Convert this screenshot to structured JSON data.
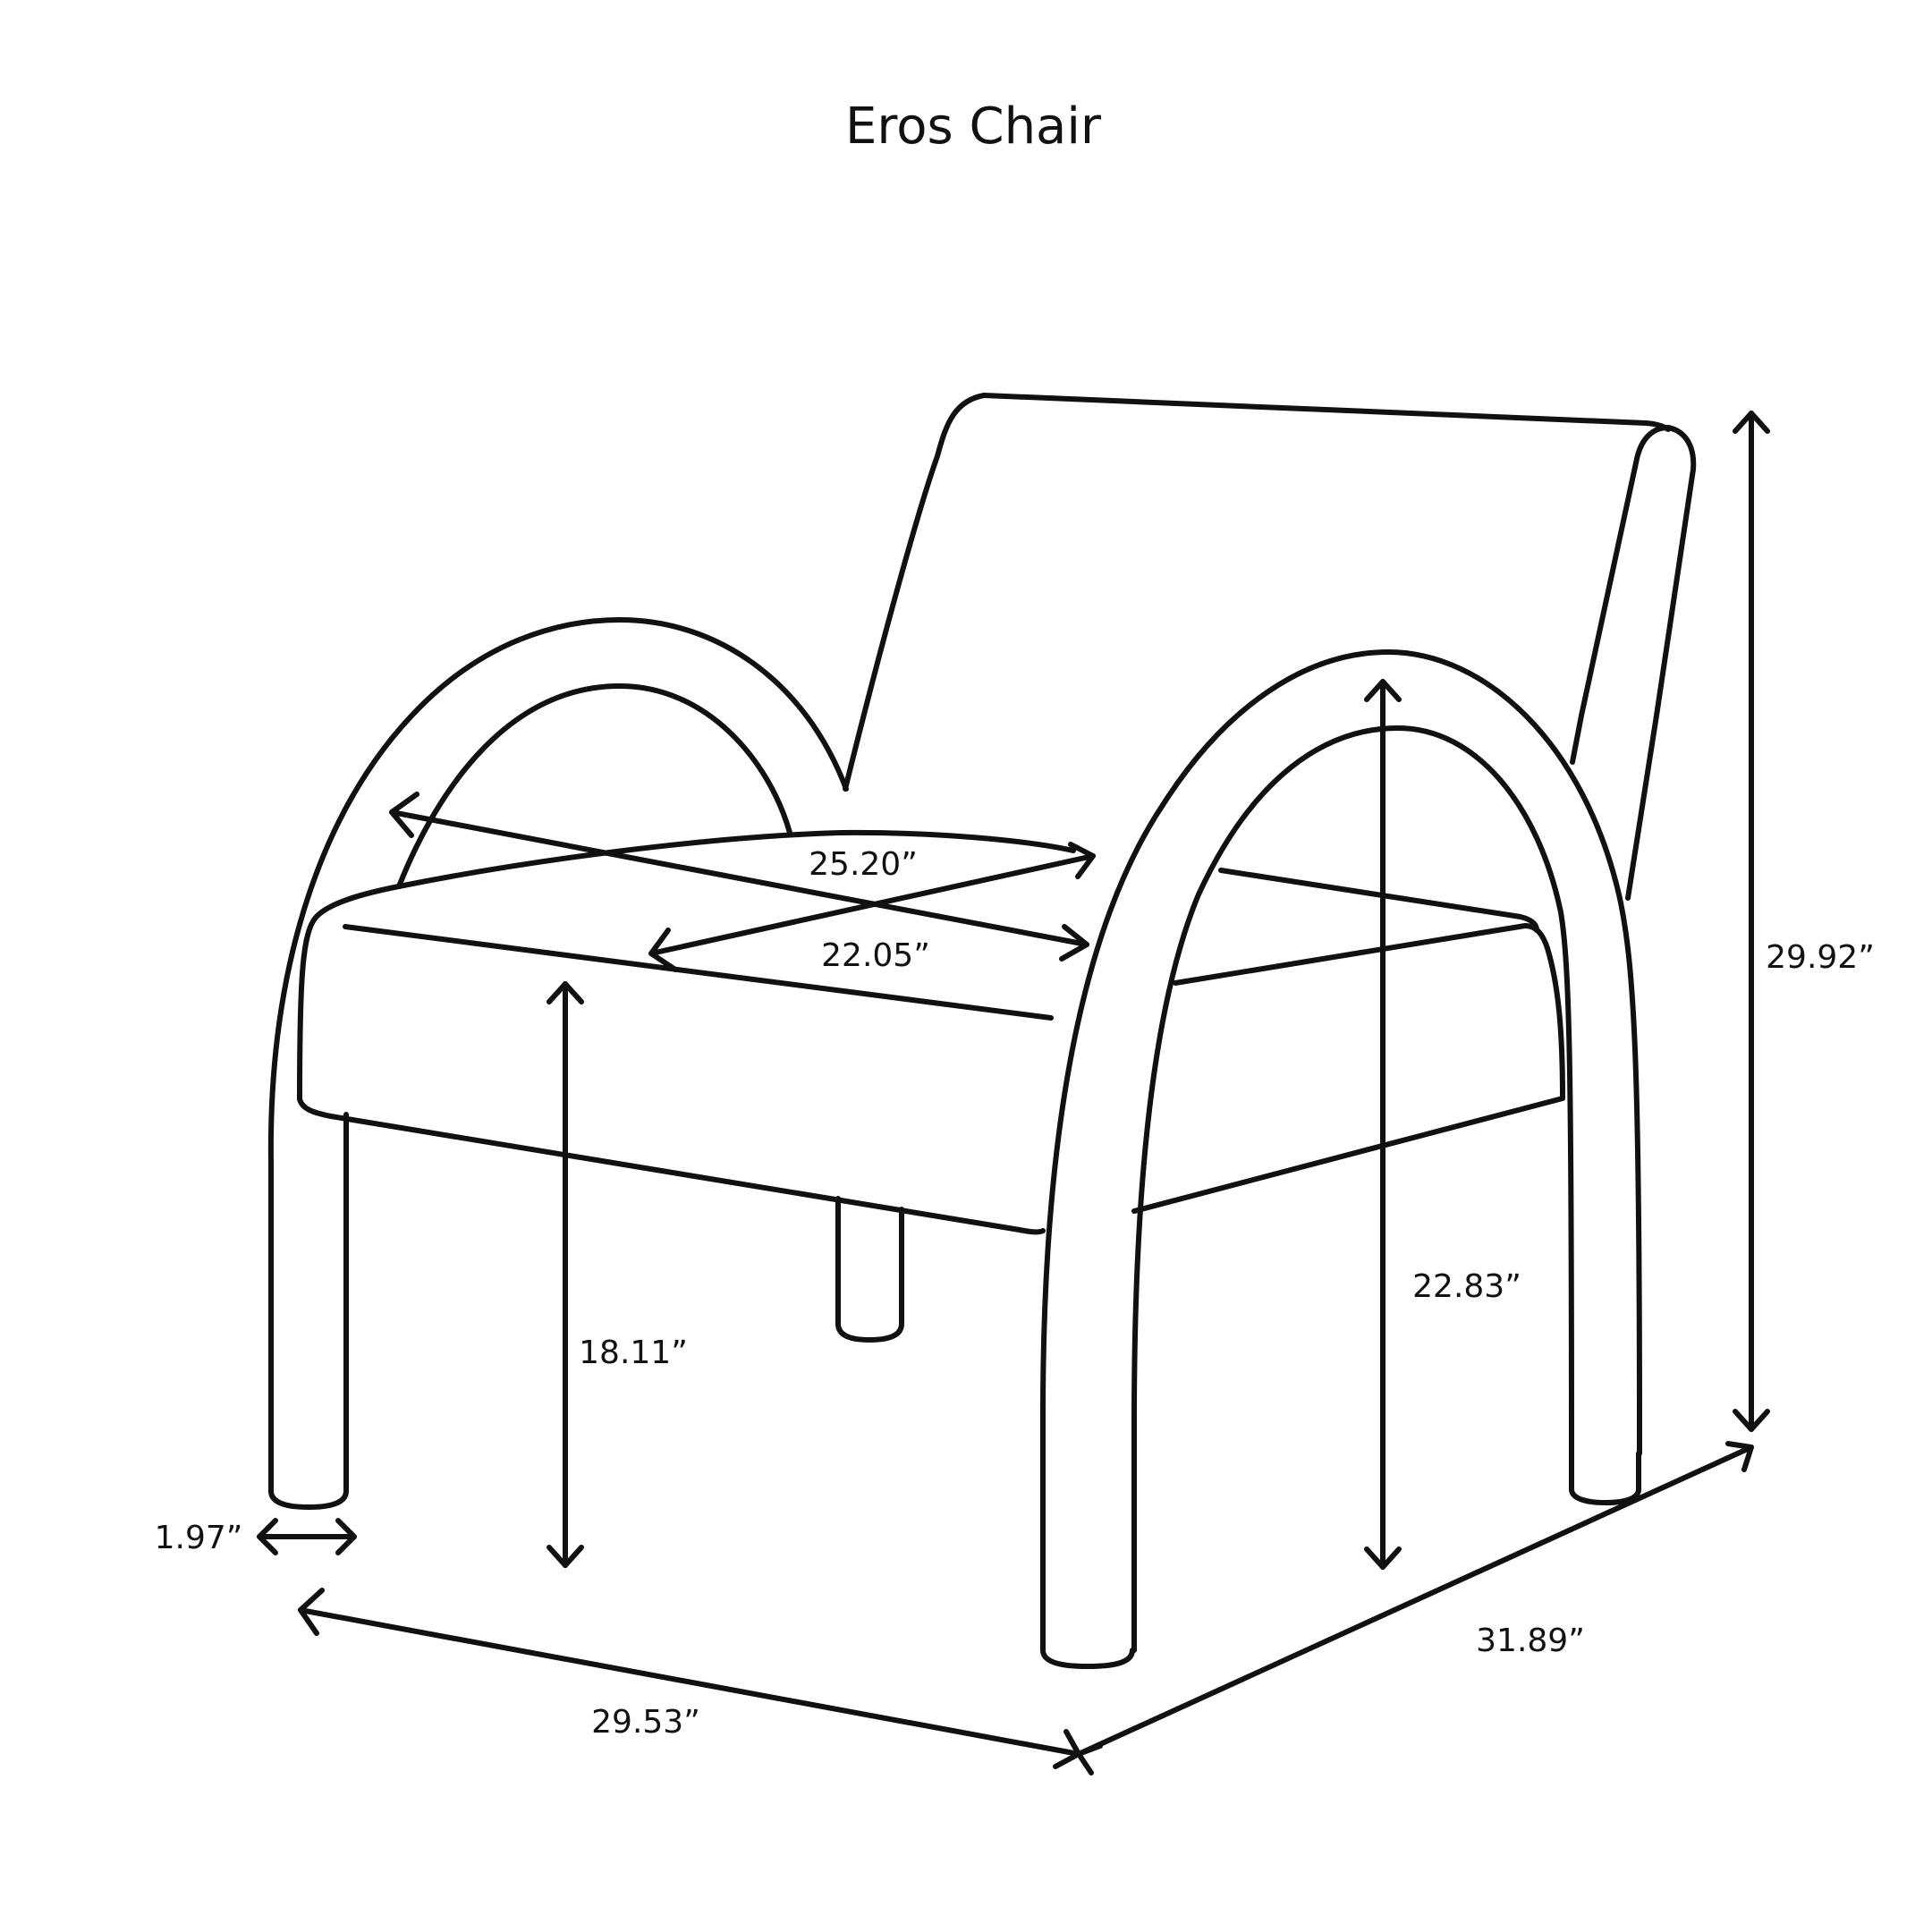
{
  "title": "Eros Chair",
  "dimensions": {
    "seat_width": "25.20”",
    "seat_depth": "22.05”",
    "seat_height": "18.11”",
    "arm_height": "22.83”",
    "overall_height": "29.92”",
    "leg_width": "1.97”",
    "overall_width": "29.53”",
    "overall_depth": "31.89”"
  },
  "colors": {
    "line": "#111111",
    "background": "#ffffff"
  }
}
